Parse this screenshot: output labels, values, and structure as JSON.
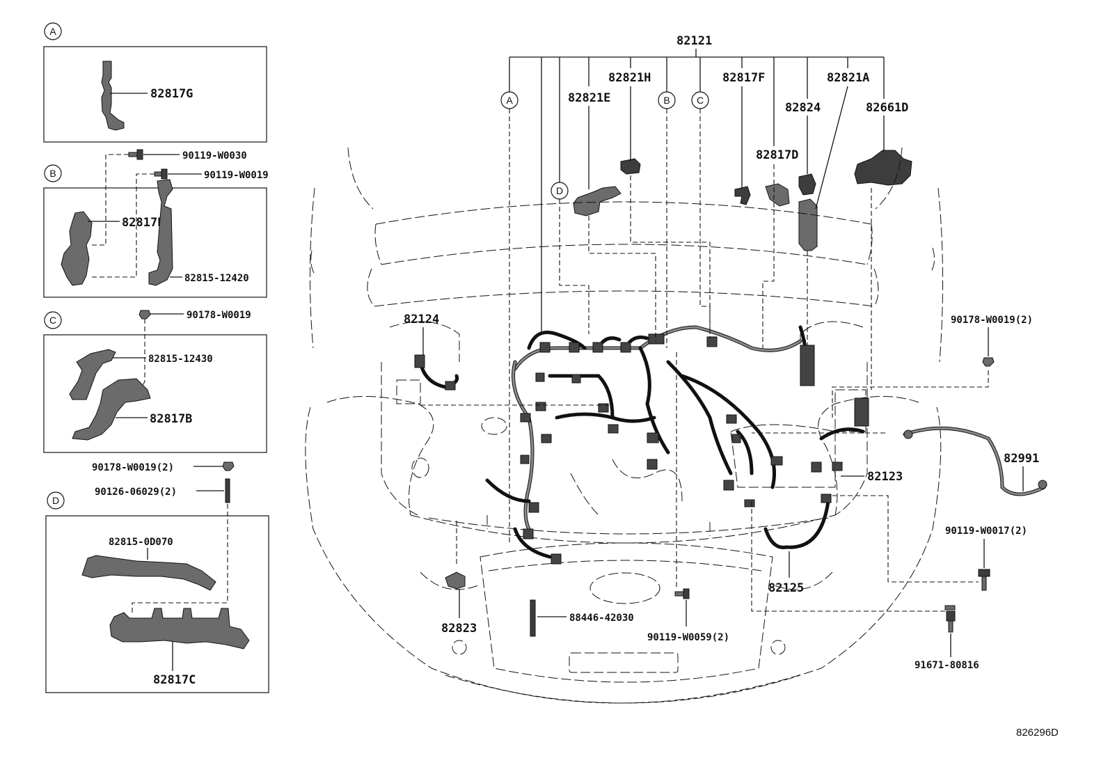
{
  "diagram": {
    "drawing_number": "826296D",
    "callouts": [
      "A",
      "B",
      "C",
      "D"
    ],
    "main_harness": "82121",
    "top_labels": {
      "h821h": "82821H",
      "h821e": "82821E",
      "h817f": "82817F",
      "h821a": "82821A",
      "h824": "82824",
      "h661d": "82661D",
      "h817d": "82817D"
    },
    "engine_labels": {
      "p82124": "82124",
      "p82123": "82123",
      "p82991": "82991",
      "p82125": "82125",
      "p82823": "82823",
      "p88446": "88446-42030",
      "p90059": "90119-W0059(2)",
      "p90178r": "90178-W0019(2)",
      "p90017": "90119-W0017(2)",
      "p91671": "91671-80816"
    },
    "panel_a": {
      "letter": "A",
      "part": "82817G"
    },
    "panel_b": {
      "letter": "B",
      "bolt1": "90119-W0030",
      "bolt2": "90119-W0019",
      "part1": "82817E",
      "part2": "82815-12420"
    },
    "panel_c": {
      "letter": "C",
      "nut": "90178-W0019",
      "part1": "82815-12430",
      "part2": "82817B"
    },
    "panel_d": {
      "letter": "D",
      "nut": "90178-W0019(2)",
      "stud": "90126-06029(2)",
      "part1": "82815-0D070",
      "part2": "82817C"
    }
  }
}
